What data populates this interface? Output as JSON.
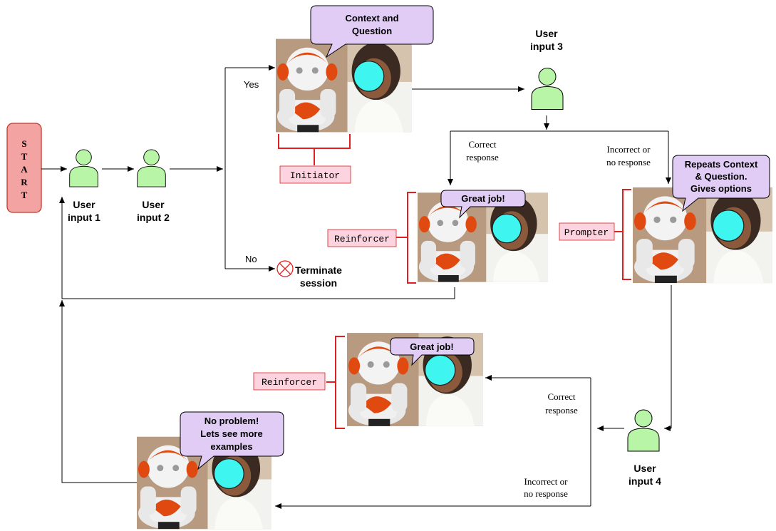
{
  "start": [
    "S",
    "T",
    "A",
    "R",
    "T"
  ],
  "users": {
    "u1": [
      "User",
      "input 1"
    ],
    "u2": [
      "User",
      "input 2"
    ],
    "u3": [
      "User",
      "input 3"
    ],
    "u4": [
      "User",
      "input 4"
    ]
  },
  "branch": {
    "yes": "Yes",
    "no": "No"
  },
  "terminate": [
    "Terminate",
    "session"
  ],
  "bubbles": {
    "context": [
      "Context and",
      "Question"
    ],
    "great1": "Great job!",
    "great2": "Great job!",
    "repeat": [
      "Repeats Context",
      "& Question.",
      "Gives options"
    ],
    "noproblem": [
      "No problem!",
      "Lets see more",
      "examples"
    ]
  },
  "roles": {
    "initiator": "Initiator",
    "reinforcer1": "Reinforcer",
    "prompter": "Prompter",
    "reinforcer2": "Reinforcer"
  },
  "edges": {
    "correct1": [
      "Correct",
      "response"
    ],
    "incorrect1": [
      "Incorrect or",
      "no response"
    ],
    "correct2": [
      "Correct",
      "response"
    ],
    "incorrect2": [
      "Incorrect or",
      "no response"
    ]
  },
  "colors": {
    "start_fill": "#f4a3a3",
    "start_stroke": "#c0392b",
    "user_fill": "#b9f5a7",
    "bubble_fill": "#e1ccf5",
    "role_fill": "#fcd3df",
    "bracket": "#e02020",
    "face": "#3ff5ef",
    "terminate": "#e02020"
  }
}
